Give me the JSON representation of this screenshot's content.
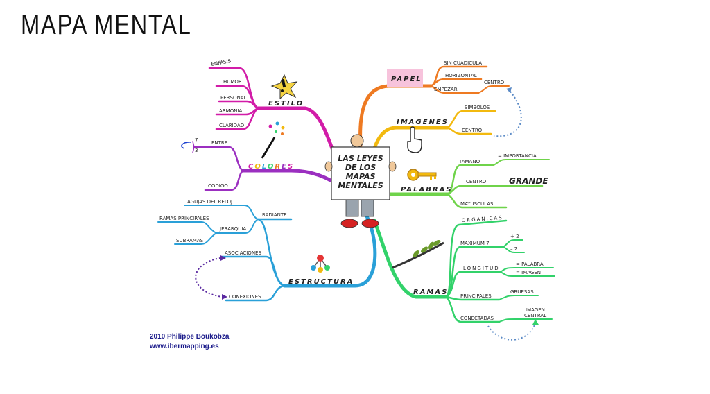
{
  "title": "MAPA MENTAL",
  "center": {
    "line1": "LAS LEYES",
    "line2": "DE LOS",
    "line3": "MAPAS",
    "line4": "MENTALES"
  },
  "branches": {
    "estilo": {
      "label": "ESTILO",
      "children": [
        "ENFASIS",
        "HUMOR",
        "PERSONAL",
        "ARMONIA",
        "CLARIDAD"
      ]
    },
    "colores": {
      "label": "COLORES",
      "entre": "ENTRE",
      "n7": "7",
      "n3": "3",
      "codigo": "CODIGO"
    },
    "estructura": {
      "label": "ESTRUCTURA",
      "radiante": "RADIANTE",
      "agujas": "AGUJAS DEL RELOJ",
      "jerarquia": "JERARQUIA",
      "ramas_principales": "RAMAS PRINCIPALES",
      "subramas": "SUBRAMAS",
      "asociaciones": "ASOCIACIONES",
      "conexiones": "CONEXIONES"
    },
    "papel": {
      "label": "PAPEL",
      "sin_cuadricula": "SIN CUADICULA",
      "horizontal": "HORIZONTAL",
      "empezar": "EMPEZAR",
      "centro": "CENTRO"
    },
    "imagenes": {
      "label": "IMAGENES",
      "simbolos": "SIMBOLOS",
      "centro": "CENTRO"
    },
    "palabras": {
      "label": "PALABRAS",
      "tamano": "TAMANO",
      "importancia": "= IMPORTANCIA",
      "centro": "CENTRO",
      "grande": "GRANDE",
      "mayusculas": "MAYUSCULAS"
    },
    "ramas": {
      "label": "RAMAS",
      "organicas": "ORGANICAS",
      "maximum": "MAXIMUM 7",
      "plus2": "+ 2",
      "minus2": "– 2",
      "longitud": "LONGITUD",
      "eq_palabra": "= PALABRA",
      "eq_imagen": "= IMAGEN",
      "principales": "PRINCIPALES",
      "gruesas": "GRUESAS",
      "conectadas": "CONECTADAS",
      "imagen": "IMAGEN",
      "central": "CENTRAL"
    }
  },
  "credit": {
    "line1": "2010 Philippe Boukobza",
    "line2": "www.ibermapping.es"
  },
  "colors": {
    "estilo": "#d21ca8",
    "colores": "#9b2fc0",
    "estructura": "#2aa0d8",
    "papel": "#ee7a22",
    "imagenes": "#f2b90f",
    "palabras": "#6fd34a",
    "ramas": "#32d26a",
    "papel_box": "#f7c3dc"
  }
}
